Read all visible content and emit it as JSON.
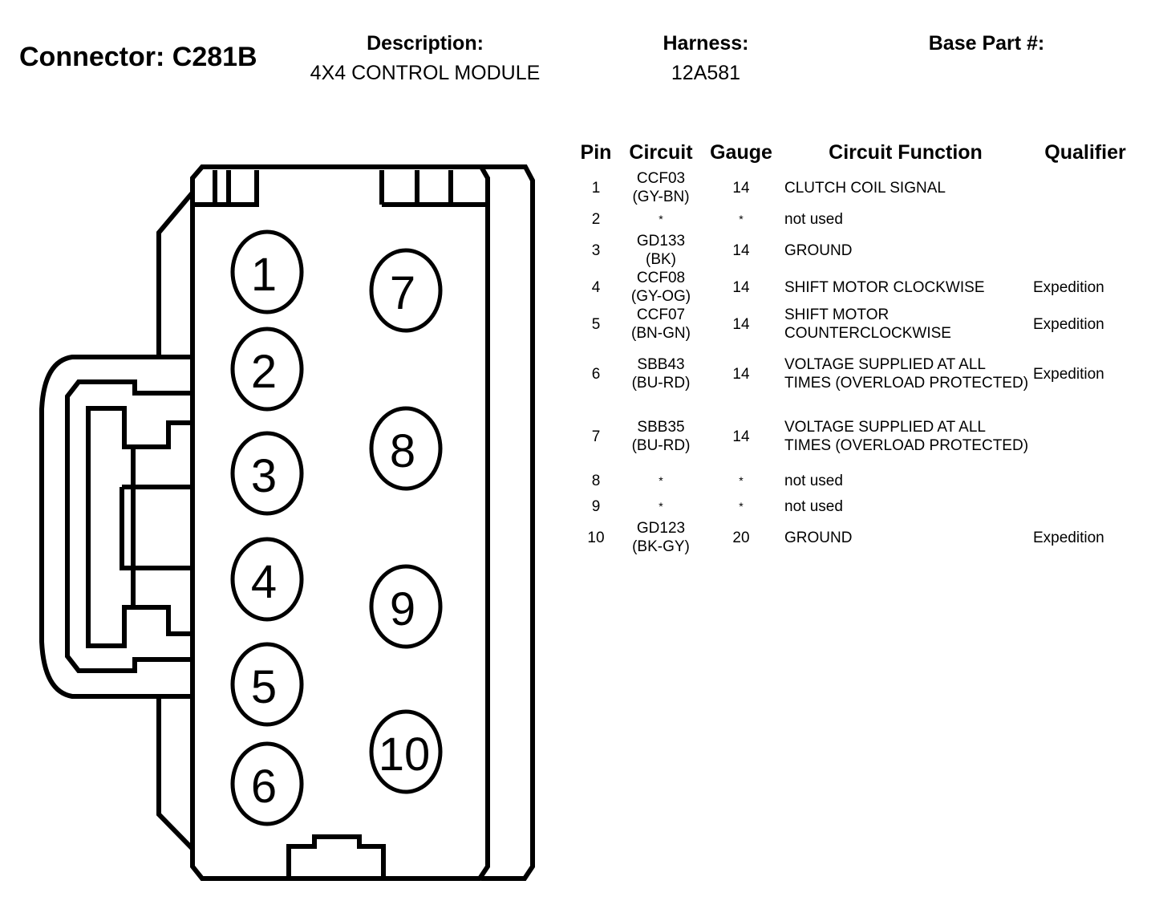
{
  "header": {
    "connector_label": "Connector: C281B",
    "description_label": "Description:",
    "description_value": "4X4 CONTROL MODULE",
    "harness_label": "Harness:",
    "harness_value": "12A581",
    "base_part_label": "Base Part #:",
    "base_part_value": ""
  },
  "diagram": {
    "pins_left_column": [
      "1",
      "2",
      "3",
      "4",
      "5",
      "6"
    ],
    "pins_right_column": [
      "7",
      "8",
      "9",
      "10"
    ]
  },
  "table": {
    "columns": [
      "Pin",
      "Circuit",
      "Gauge",
      "Circuit Function",
      "Qualifier"
    ],
    "rows": [
      {
        "pin": "1",
        "circuit": "CCF03",
        "color": "(GY-BN)",
        "gauge": "14",
        "function": "CLUTCH COIL SIGNAL",
        "qualifier": ""
      },
      {
        "pin": "2",
        "circuit": "*",
        "color": "",
        "gauge": "*",
        "function": "not used",
        "qualifier": ""
      },
      {
        "pin": "3",
        "circuit": "GD133",
        "color": "(BK)",
        "gauge": "14",
        "function": "GROUND",
        "qualifier": ""
      },
      {
        "pin": "4",
        "circuit": "CCF08",
        "color": "(GY-OG)",
        "gauge": "14",
        "function": "SHIFT MOTOR CLOCKWISE",
        "qualifier": "Expedition"
      },
      {
        "pin": "5",
        "circuit": "CCF07",
        "color": "(BN-GN)",
        "gauge": "14",
        "function": "SHIFT MOTOR COUNTERCLOCKWISE",
        "qualifier": "Expedition"
      },
      {
        "pin": "6",
        "circuit": "SBB43",
        "color": "(BU-RD)",
        "gauge": "14",
        "function": "VOLTAGE SUPPLIED AT ALL TIMES (OVERLOAD PROTECTED)",
        "qualifier": "Expedition"
      },
      {
        "pin": "7",
        "circuit": "SBB35",
        "color": "(BU-RD)",
        "gauge": "14",
        "function": "VOLTAGE SUPPLIED AT ALL TIMES (OVERLOAD PROTECTED)",
        "qualifier": ""
      },
      {
        "pin": "8",
        "circuit": "*",
        "color": "",
        "gauge": "*",
        "function": "not used",
        "qualifier": ""
      },
      {
        "pin": "9",
        "circuit": "*",
        "color": "",
        "gauge": "*",
        "function": "not used",
        "qualifier": ""
      },
      {
        "pin": "10",
        "circuit": "GD123",
        "color": "(BK-GY)",
        "gauge": "20",
        "function": "GROUND",
        "qualifier": "Expedition"
      }
    ]
  }
}
